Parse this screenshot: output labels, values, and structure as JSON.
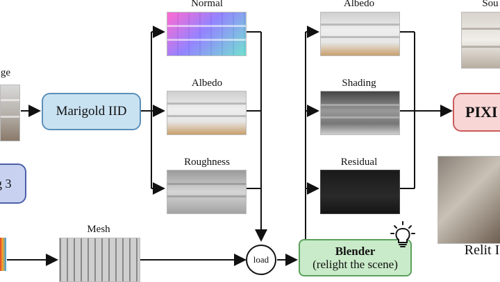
{
  "labels": {
    "image_partial": "ge",
    "normal": "Normal",
    "albedo_left": "Albedo",
    "roughness": "Roughness",
    "albedo_right": "Albedo",
    "shading": "Shading",
    "residual": "Residual",
    "source_partial": "Sou",
    "mesh": "Mesh",
    "relit_partial": "Relit I"
  },
  "boxes": {
    "marigold": "Marigold IID",
    "left_partial": "g 3",
    "pixel_partial": "PIXI",
    "load": "load",
    "blender_title": "Blender",
    "blender_sub": "(relight the scene)"
  },
  "colors": {
    "marigold_fill": "#c9e2f2",
    "marigold_border": "#5b8fb9",
    "left_fill": "#c8d2f0",
    "left_border": "#4a5fa8",
    "pixel_fill": "#f9d6d6",
    "pixel_border": "#c95a5a",
    "blender_fill": "#c9ebc9",
    "blender_border": "#5aa05a"
  },
  "icons": [
    "lightbulb-icon"
  ]
}
